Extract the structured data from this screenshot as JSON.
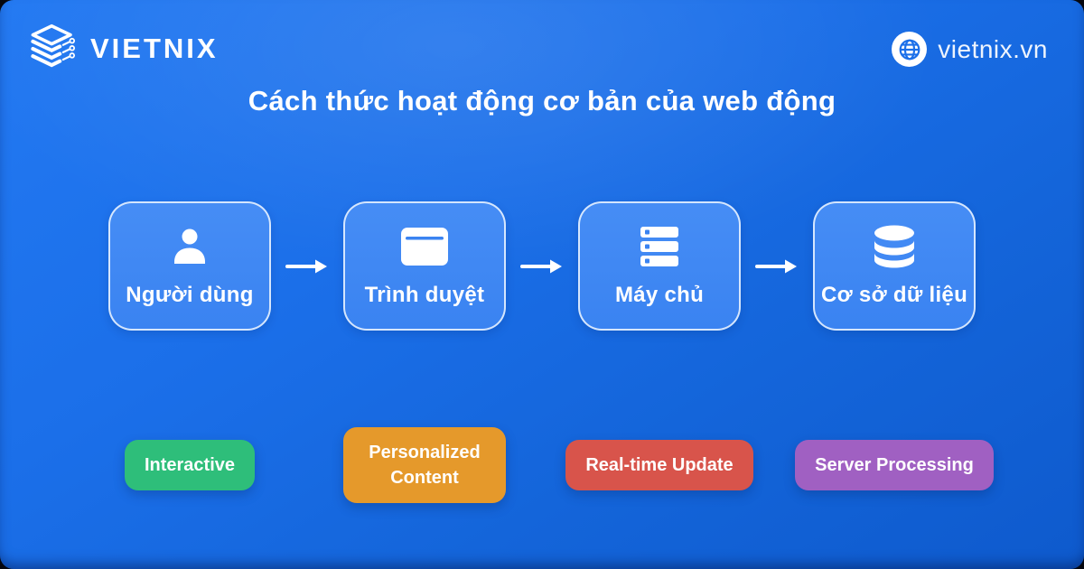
{
  "header": {
    "brand": "VIETNIX",
    "website": "vietnix.vn"
  },
  "title": "Cách thức hoạt động cơ bản của web động",
  "flow": {
    "nodes": [
      {
        "label": "Người dùng",
        "icon": "user-icon"
      },
      {
        "label": "Trình duyệt",
        "icon": "browser-icon"
      },
      {
        "label": "Máy chủ",
        "icon": "server-icon"
      },
      {
        "label": "Cơ sở dữ liệu",
        "icon": "database-icon"
      }
    ]
  },
  "tags": [
    {
      "label": "Interactive",
      "color": "#2ebe7a"
    },
    {
      "label": "Personalized Content",
      "color": "#e5992b"
    },
    {
      "label": "Real-time Update",
      "color": "#d8544b"
    },
    {
      "label": "Server Processing",
      "color": "#a060c2"
    }
  ],
  "colors": {
    "background_top": "#2379f2",
    "background_bottom": "#0e5acd",
    "node_fill": "#3a83f1",
    "node_border": "#f0f7ff",
    "text": "#ffffff"
  }
}
